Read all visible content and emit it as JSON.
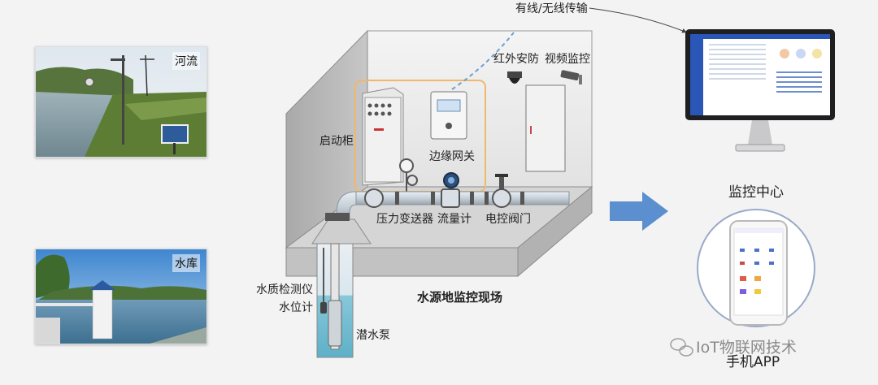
{
  "photos": {
    "river_label": "河流",
    "reservoir_label": "水库"
  },
  "scene": {
    "transmission": "有线/无线传输",
    "infrared": "红外安防",
    "video": "视频监控",
    "starter_cabinet": "启动柜",
    "edge_gateway": "边缘网关",
    "pressure_transmitter": "压力变送器",
    "flow_meter": "流量计",
    "electric_valve": "电控阀门",
    "water_quality": "水质检测仪",
    "water_level": "水位计",
    "pump": "潜水泵",
    "site_title": "水源地监控现场"
  },
  "right": {
    "monitor_center": "监控中心",
    "mobile_app": "手机APP"
  },
  "watermark": "IoT物联网技术",
  "colors": {
    "accent_orange": "#f0b86a",
    "arrow_blue": "#5b8fd0",
    "water": "#7cc3d8"
  }
}
